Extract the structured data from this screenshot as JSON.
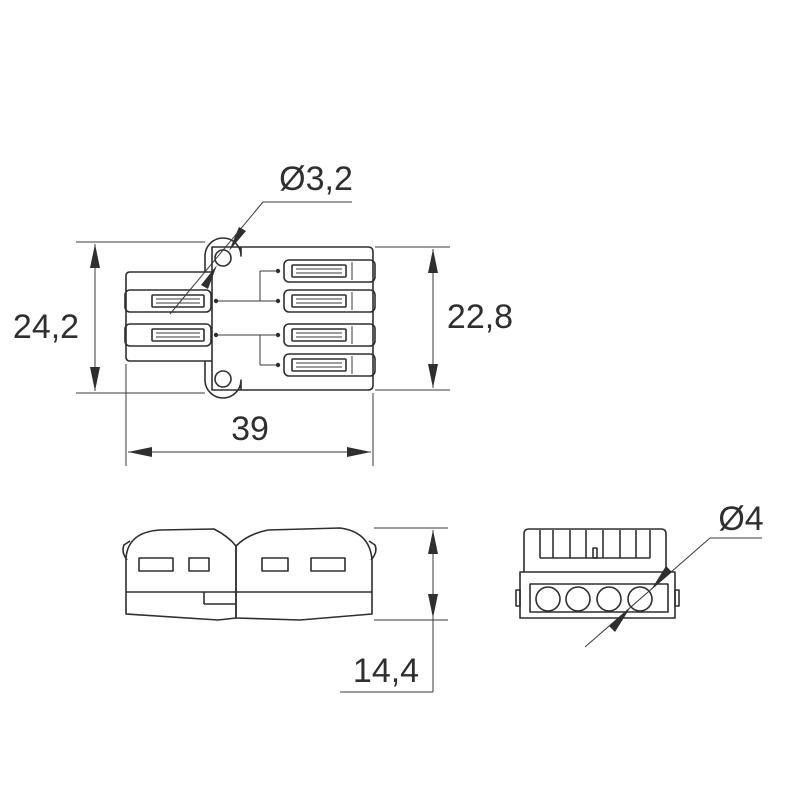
{
  "dimensions": {
    "hole_diameter": "Ø3,2",
    "height_total": "24,2",
    "height_body": "22,8",
    "length": "39",
    "depth": "14,4",
    "port_diameter": "Ø4"
  }
}
